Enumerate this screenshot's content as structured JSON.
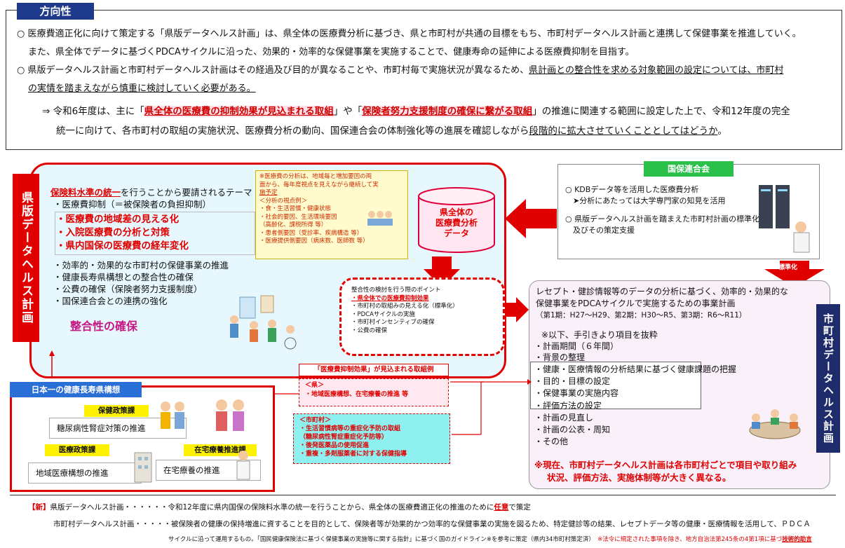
{
  "direction": {
    "tag": "方向性",
    "lines": [
      "○ 医療費適正化に向けて策定する「県版データヘルス計画」は、県全体の医療費分析に基づき、県と市町村が共通の目標をもち、市町村データヘルス計画と連携して保健事業を推進していく。",
      "また、県全体でデータに基づくPDCAサイクルに沿った、効果的・効率的な保健事業を実施することで、健康寿命の延伸による医療費抑制を目指す。",
      "○ 県版データヘルス計画と市町村データヘルス計画はその経過及び目的が異なることや、市町村毎で実施状況が異なるため、",
      "県計画との整合性を求める対象範囲の設定については、市町村",
      "の実情を踏まえながら慎重に検討していく必要がある。"
    ],
    "conclusion_a": "⇒ 令和6年度は、主に「",
    "conclusion_hl1": "県全体の医療費の抑制効果が見込まれる取組",
    "conclusion_b": "」や「",
    "conclusion_hl2": "保険者努力支援制度の確保に繋がる取組",
    "conclusion_c": "」の推進に関連する範囲に設定した上で、令和12年度の完全",
    "conclusion_d": "統一に向けて、各市町村の取組の実施状況、医療費分析の動向、国保連合会の体制強化等の進展を確認しながら",
    "conclusion_e": "段階的に拡大させていくこととしてはどうか",
    "conclusion_f": "。"
  },
  "pref": {
    "label": "県版データヘルス計画",
    "theme_hl": "保険料水準の統一",
    "theme_rest": "を行うことから要請されるテーマ",
    "items_top": [
      "・医療費抑制（＝被保険者の負担抑制）"
    ],
    "items_red": [
      "・医療費の地域差の見える化",
      "・入院医療費の分析と対策",
      "・県内国保の医療費の経年変化"
    ],
    "items_bottom": [
      "・効率的・効果的な市町村の保健事業の推進",
      "・健康長寿県構想との整合性の確保",
      "・公費の確保（保険者努力支援制度）",
      "・国保連合会との連携の強化"
    ],
    "consistency": "整合性の確保"
  },
  "note": {
    "lines": [
      "※医療費の分析は、地域毎と増加要因の両",
      "面から、毎年度視点を見えながら継続して実",
      "施予定",
      "＜分析の視点例＞",
      "・食・生活習慣・健康状態",
      "・社会的要因、生活環境要因",
      "（高齢化、課税所得 等）",
      "・患者側要因（受診率、疾病構造 等）",
      "・医療提供側要因（病床数、医師数 等）"
    ]
  },
  "cylinder": {
    "line1": "県全体の",
    "line2": "医療費分析",
    "line3": "データ"
  },
  "kokuho": {
    "tag": "国保連合会",
    "lines": [
      "○ KDBデータ等を活用した医療費分析",
      "　➤分析にあたっては大学専門家の知見を活用",
      "○ 県版データヘルス計画を踏まえた市町村計画の標準化",
      "　及びその策定支援"
    ],
    "arrow_label": "標準化"
  },
  "check": {
    "title": "整合性の検討を行う際のポイント",
    "items_red": [
      "・県全体での医療費抑制効果"
    ],
    "items": [
      "・市町村の取組みの見える化（標準化）",
      "・PDCAサイクルの実施",
      "・市町村インセンティブの確保",
      "・公費の確保"
    ]
  },
  "muni": {
    "label": "市町村データヘルス計画",
    "intro1": "レセプト・健診情報等のデータの分析に基づく、効率的・効果的な",
    "intro2": "保健事業をPDCAサイクルで実施するための事業計画",
    "periods": "（第1期：H27～H29、第2期：H30～R5、第3期：R6～R11）",
    "note": "※以下、手引きより項目を抜粋",
    "items": [
      "・計画期間（６年間）",
      "・背景の整理",
      "・健康・医療情報の分析結果に基づく健康課題の把握",
      "・目的・目標の設定",
      "・保健事業の実施内容",
      "・評価方法の設定",
      "・計画の見直し",
      "・計画の公表・周知",
      "・その他"
    ],
    "warn1": "※現在、市町村データヘルス計画は各市町村ごとで項目や取り組み",
    "warn2": "状況、評価方法、実施体制等が大きく異なる。"
  },
  "cost": {
    "head": "「医療費抑制効果」が見込まれる取組例",
    "pref_tag": "＜県＞",
    "pref_text": "・地域医療構想、在宅療養の推進 等",
    "muni_tag": "＜市町村＞",
    "muni_items": [
      "・生活習慣病等の重症化予防の取組",
      "（糖尿病性腎症重症化予防等）",
      "・後発医薬品の使用促進",
      "・重複・多剤服薬者に対する保健指導"
    ]
  },
  "japan": {
    "tag": "日本一の健康長寿県構想",
    "b1_badge": "保健政策課",
    "b1_text": "糖尿病性腎症対策の推進",
    "b2_badge": "医療政策課",
    "b2_text": "地域医療構想の推進",
    "b3_badge": "在宅療養推進課",
    "b3_text": "在宅療養の推進"
  },
  "footer": {
    "new_tag": "【新】",
    "line1_a": "県版データヘルス計画・・・・・・令和12年度に県内国保の保険料水準の統一を行うことから、県全体の医療費適正化の推進のために",
    "line1_hl": "任意",
    "line1_b": "で策定",
    "line2": "市町村データヘルス計画・・・・・被保険者の健康の保持増進に資することを目的として、保険者等が効果的かつ効率的な保健事業の実施を図るため、特定健診等の結果、レセプトデータ等の健康・医療情報を活用して、ＰＤＣＡ",
    "line3_a": "サイクルに沿って運用するもの。「国民健康保険法に基づく保健事業の実施等に関する指針」に基づく国のガイドライン※を参考に策定（県内34市町村策定済）",
    "line3_b": "※法令に規定された事項を除き、地方自治法第245条の4第1項に基づ",
    "line3_hl": "技術的助言"
  }
}
